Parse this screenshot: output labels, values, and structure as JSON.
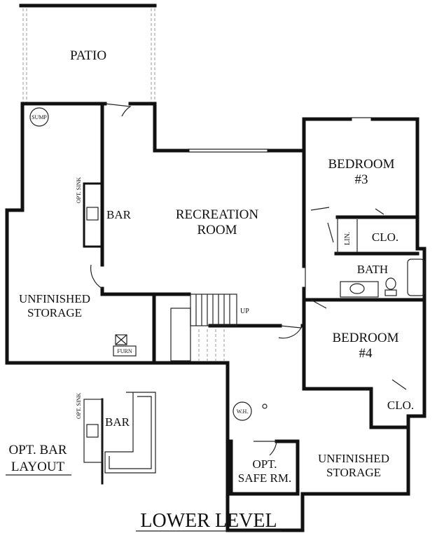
{
  "plan": {
    "title": "LOWER LEVEL",
    "rooms": {
      "patio": "PATIO",
      "recreation_line1": "RECREATION",
      "recreation_line2": "ROOM",
      "bar": "BAR",
      "bedroom3_line1": "BEDROOM",
      "bedroom3_line2": "#3",
      "bedroom4_line1": "BEDROOM",
      "bedroom4_line2": "#4",
      "bath": "BATH",
      "lin": "LIN.",
      "clo": "CLO.",
      "clo2": "CLO.",
      "storage_left_line1": "UNFINISHED",
      "storage_left_line2": "STORAGE",
      "storage_right_line1": "UNFINISHED",
      "storage_right_line2": "STORAGE",
      "safe_line1": "OPT.",
      "safe_line2": "SAFE RM."
    },
    "labels": {
      "sump": "SUMP",
      "opt_sink": "OPT. SINK",
      "furn": "FURN",
      "up": "UP",
      "wh": "W.H."
    },
    "alt_layout": {
      "label_line1": "OPT. BAR",
      "label_line2": "LAYOUT",
      "bar": "BAR",
      "opt_sink": "OPT. SINK"
    }
  }
}
